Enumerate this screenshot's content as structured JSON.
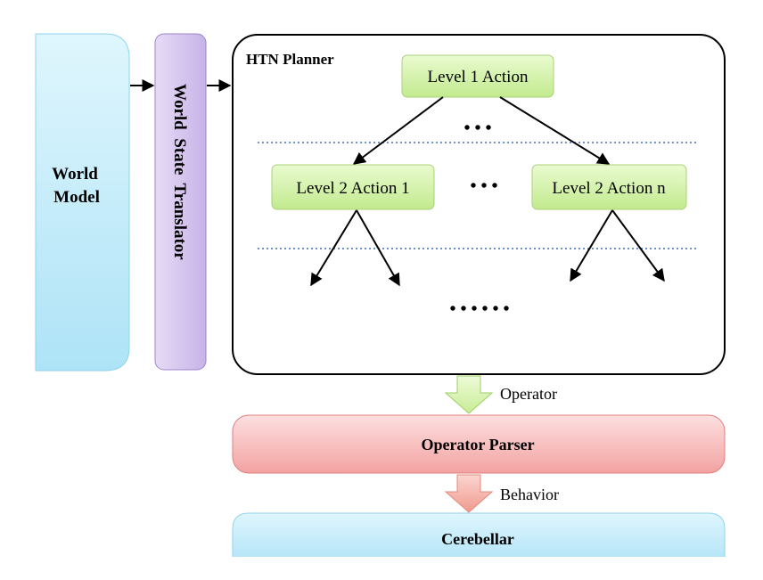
{
  "world_model": {
    "label_line1": "World",
    "label_line2": "Model"
  },
  "translator": {
    "label": "World  State  Translator"
  },
  "htn_planner": {
    "title": "HTN Planner",
    "level1_action": "Level 1 Action",
    "level2_action_1": "Level 2 Action 1",
    "level2_action_n": "Level 2 Action n",
    "ellipsis_short": "• • •",
    "ellipsis_long": "• • • • • •"
  },
  "operator_arrow_label": "Operator",
  "operator_parser": {
    "label": "Operator Parser"
  },
  "behavior_arrow_label": "Behavior",
  "cerebellar": {
    "label": "Cerebellar"
  },
  "colors": {
    "world_model_fill": "#cdeefb",
    "translator_fill": "#d8c9ef",
    "action_fill": "#d3f2a6",
    "parser_fill": "#f7b8b8",
    "cerebellar_fill": "#c6ecfa",
    "operator_arrow": "#d9f3b0",
    "behavior_arrow": "#f6b9b0",
    "dotted_line": "#6f8fc7"
  }
}
